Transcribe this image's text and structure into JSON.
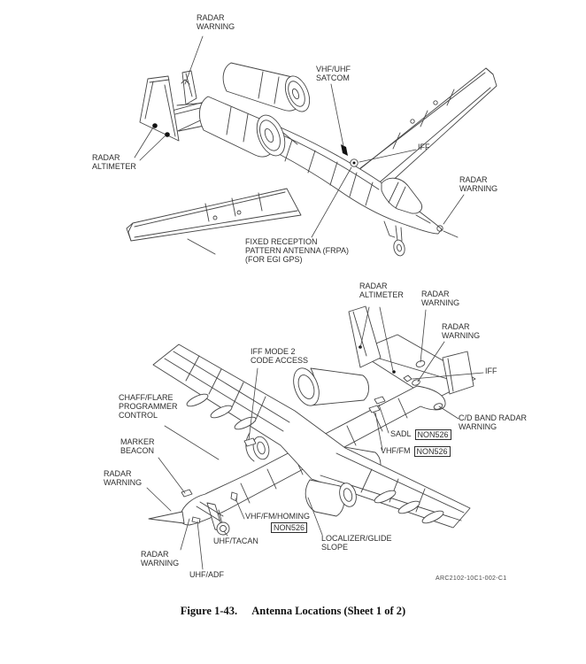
{
  "figure": {
    "caption_label": "Figure 1-43.",
    "caption_title": "Antenna Locations (Sheet 1 of 2)",
    "drawing_number": "ARC2102-10C1-002-C1"
  },
  "colors": {
    "background": "#ffffff",
    "line": "#454545",
    "text": "#2e2e2e",
    "marker": "#111111"
  },
  "top_view": {
    "description": "A-10 aircraft, upper isometric view",
    "labels": [
      {
        "id": "radar-warning-fin",
        "lines": [
          "RADAR",
          "WARNING"
        ]
      },
      {
        "id": "vhf-uhf-satcom",
        "lines": [
          "VHF/UHF",
          "SATCOM"
        ]
      },
      {
        "id": "iff",
        "lines": [
          "IFF"
        ]
      },
      {
        "id": "radar-warning-nose",
        "lines": [
          "RADAR",
          "WARNING"
        ]
      },
      {
        "id": "radar-altimeter",
        "lines": [
          "RADAR",
          "ALTIMETER"
        ]
      },
      {
        "id": "frpa",
        "lines": [
          "FIXED RECEPTION",
          "PATTERN ANTENNA (FRPA)",
          "(FOR EGI GPS)"
        ]
      }
    ]
  },
  "bottom_view": {
    "description": "A-10 aircraft, lower isometric view",
    "labels": [
      {
        "id": "radar-altimeter",
        "lines": [
          "RADAR",
          "ALTIMETER"
        ]
      },
      {
        "id": "radar-warning-tail-upper",
        "lines": [
          "RADAR",
          "WARNING"
        ]
      },
      {
        "id": "radar-warning-tail-lower",
        "lines": [
          "RADAR",
          "WARNING"
        ]
      },
      {
        "id": "iff",
        "lines": [
          "IFF"
        ]
      },
      {
        "id": "cd-band-radar-warning",
        "lines": [
          "C/D BAND RADAR",
          "WARNING"
        ]
      },
      {
        "id": "sadl",
        "lines": [
          "SADL"
        ],
        "box": "NON526"
      },
      {
        "id": "vhf-fm",
        "lines": [
          "VHF/FM"
        ],
        "box": "NON526"
      },
      {
        "id": "iff-mode-2",
        "lines": [
          "IFF MODE 2",
          "CODE ACCESS"
        ]
      },
      {
        "id": "chaff-flare",
        "lines": [
          "CHAFF/FLARE",
          "PROGRAMMER",
          "CONTROL"
        ]
      },
      {
        "id": "marker-beacon",
        "lines": [
          "MARKER",
          "BEACON"
        ]
      },
      {
        "id": "radar-warning-fwd-left",
        "lines": [
          "RADAR",
          "WARNING"
        ]
      },
      {
        "id": "vhf-fm-homing",
        "lines": [
          "VHF/FM/HOMING"
        ],
        "box": "NON526"
      },
      {
        "id": "uhf-tacan",
        "lines": [
          "UHF/TACAN"
        ]
      },
      {
        "id": "localizer-glide-slope",
        "lines": [
          "LOCALIZER/GLIDE",
          "SLOPE"
        ]
      },
      {
        "id": "radar-warning-nose",
        "lines": [
          "RADAR",
          "WARNING"
        ]
      },
      {
        "id": "uhf-adf",
        "lines": [
          "UHF/ADF"
        ]
      }
    ]
  }
}
